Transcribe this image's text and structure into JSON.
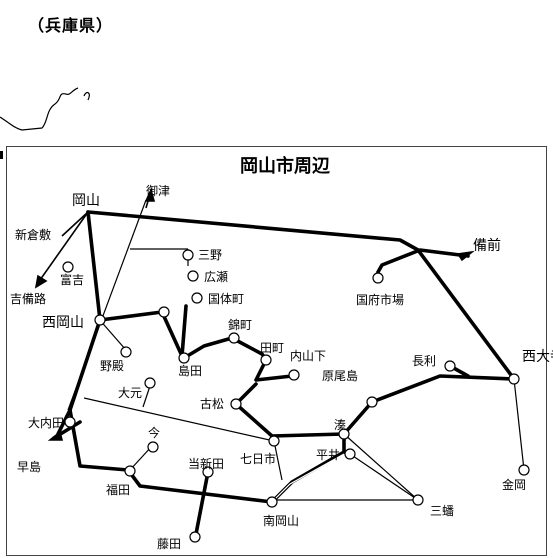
{
  "header_label": "（兵庫県）",
  "map_title": "岡山市周辺",
  "places": {
    "okayama": "岡山",
    "shinkurashiki": "新倉敷",
    "kibiji": "吉備路",
    "tomiyoshi": "富吉",
    "nishiokayama": "西岡山",
    "nodono": "野殿",
    "ohmoto": "大元",
    "ouchida": "大内田",
    "hayashima": "早島",
    "imamura": "今",
    "fukuda": "福田",
    "toshinden": "当新田",
    "fujita": "藤田",
    "minamiokayama": "南岡山",
    "nanokaichi": "七日市",
    "hirai": "平井",
    "minato": "湊",
    "mitsu": "三蟠",
    "furumatsu": "古松",
    "uchisange": "内山下",
    "tamachi": "田町",
    "nishikimachi": "錦町",
    "shimada": "島田",
    "kokutaicho": "国体町",
    "mino": "三野",
    "hirose": "広瀬",
    "mitsu_top": "御津",
    "bizen": "備前",
    "kokufu": "国府市場",
    "nagatoshi": "長利",
    "haraoshima": "原尾島",
    "saidaiji": "西大寺",
    "kanaoka": "金岡"
  }
}
